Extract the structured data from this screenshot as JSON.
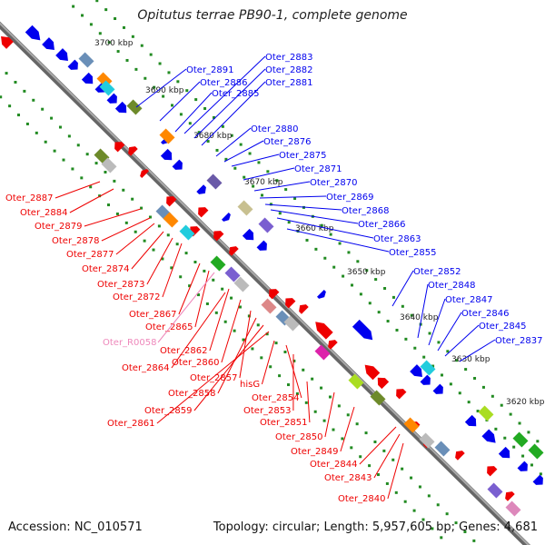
{
  "title": "Opitutus terrae PB90-1, complete genome",
  "accession_label": "Accession: NC_010571",
  "topology_label": "Topology: circular; Length: 5,957,605 bp; Genes: 4,681",
  "colors": {
    "forward": "#0000ee",
    "reverse": "#ee0000",
    "rna": "#ee88bb",
    "backbone": "#888888",
    "dots": "#228b22"
  },
  "scale_labels": [
    "3700 kbp",
    "3690 kbp",
    "3680 kbp",
    "3670 kbp",
    "3660 kbp",
    "3650 kbp",
    "3640 kbp",
    "3630 kbp",
    "3620 kbp"
  ],
  "forward_genes": [
    "Oter_2891",
    "Oter_2886",
    "Oter_2885",
    "Oter_2883",
    "Oter_2882",
    "Oter_2881",
    "Oter_2880",
    "Oter_2876",
    "Oter_2875",
    "Oter_2871",
    "Oter_2870",
    "Oter_2869",
    "Oter_2868",
    "Oter_2866",
    "Oter_2863",
    "Oter_2855",
    "Oter_2852",
    "Oter_2848",
    "Oter_2847",
    "Oter_2846",
    "Oter_2845",
    "Oter_2837"
  ],
  "reverse_genes": [
    "Oter_2887",
    "Oter_2884",
    "Oter_2879",
    "Oter_2878",
    "Oter_2877",
    "Oter_2874",
    "Oter_2873",
    "Oter_2872",
    "Oter_2867",
    "Oter_2865",
    "Oter_R0058",
    "Oter_2862",
    "Oter_2864",
    "Oter_2860",
    "Oter_2857",
    "Oter_2858",
    "Oter_2859",
    "Oter_2861",
    "hisG",
    "Oter_2854",
    "Oter_2853",
    "Oter_2851",
    "Oter_2850",
    "Oter_2849",
    "Oter_2844",
    "Oter_2843",
    "Oter_2840"
  ]
}
